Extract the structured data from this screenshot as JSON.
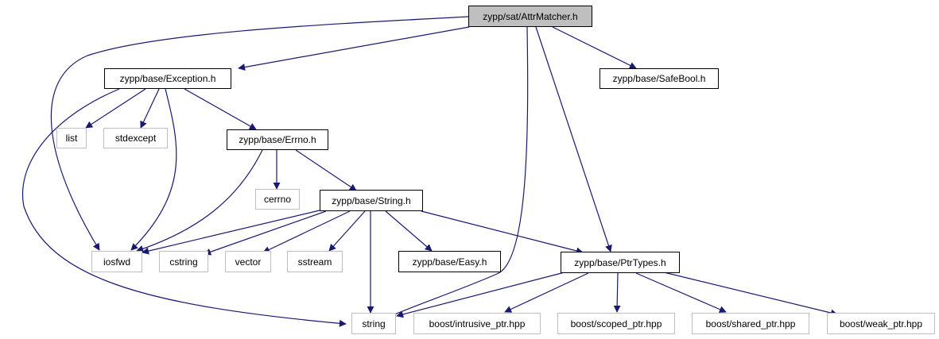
{
  "graph": {
    "edge_color": "#191970",
    "root_fill": "#bfbfbf",
    "external_border": "#bfbfbf",
    "nodes": {
      "attr_matcher": "zypp/sat/AttrMatcher.h",
      "exception": "zypp/base/Exception.h",
      "safe_bool": "zypp/base/SafeBool.h",
      "list": "list",
      "stdexcept": "stdexcept",
      "errno": "zypp/base/Errno.h",
      "cerrno": "cerrno",
      "string_h": "zypp/base/String.h",
      "iosfwd": "iosfwd",
      "cstring": "cstring",
      "vector": "vector",
      "sstream": "sstream",
      "easy": "zypp/base/Easy.h",
      "ptr_types": "zypp/base/PtrTypes.h",
      "string": "string",
      "intrusive_ptr": "boost/intrusive_ptr.hpp",
      "scoped_ptr": "boost/scoped_ptr.hpp",
      "shared_ptr": "boost/shared_ptr.hpp",
      "weak_ptr": "boost/weak_ptr.hpp"
    }
  }
}
